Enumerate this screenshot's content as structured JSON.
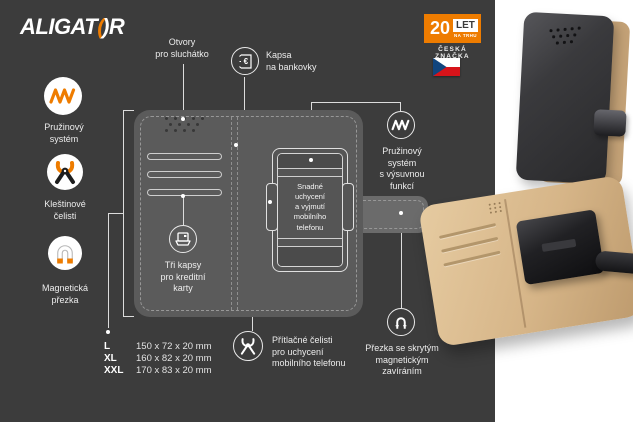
{
  "colors": {
    "background": "#3c3c3c",
    "panel": "#ffffff",
    "accent": "#ee7c00",
    "case_fill": "#5b5b5b",
    "flag_red": "#d7141a",
    "flag_blue": "#11457e"
  },
  "header": {
    "logo": {
      "pre": "ALIGAT",
      "paren_open": "(",
      "paren_close": ")R"
    },
    "badge": {
      "number": "20",
      "unit": "LET",
      "sub": "NA TRHU",
      "caption": "ČESKÁ ZNAČKA"
    }
  },
  "left_features": [
    {
      "icon": "spring-icon",
      "label": "Pružinový\nsystém"
    },
    {
      "icon": "pliers-icon",
      "label": "Kleštinové\nčelisti"
    },
    {
      "icon": "magnet-icon",
      "label": "Magnetická\npřezka"
    }
  ],
  "callouts": {
    "earpiece": "Otvory\npro sluchátko",
    "banknotes": "Kapsa\nna bankovky",
    "spring_extend": "Pružinový\nsystém\ns výsuvnou\nfunkcí",
    "card_pockets": "Tři kapsy\npro kreditní\nkarty",
    "holder": "Snadné\nuchycení\na vyjmutí\nmobilního\ntelefonu",
    "press_jaws": "Přítlačné čelisti\npro uchycení\nmobilního telefonu",
    "magnetic_buckle": "Přezka se skrytým\nmagnetickým\nzavíráním"
  },
  "sizes": [
    {
      "label": "L",
      "value": "150 x 72 x 20 mm"
    },
    {
      "label": "XL",
      "value": "160 x 82 x 20 mm"
    },
    {
      "label": "XXL",
      "value": "170 x 83 x 20 mm"
    }
  ],
  "icons": {
    "euro": "€"
  }
}
